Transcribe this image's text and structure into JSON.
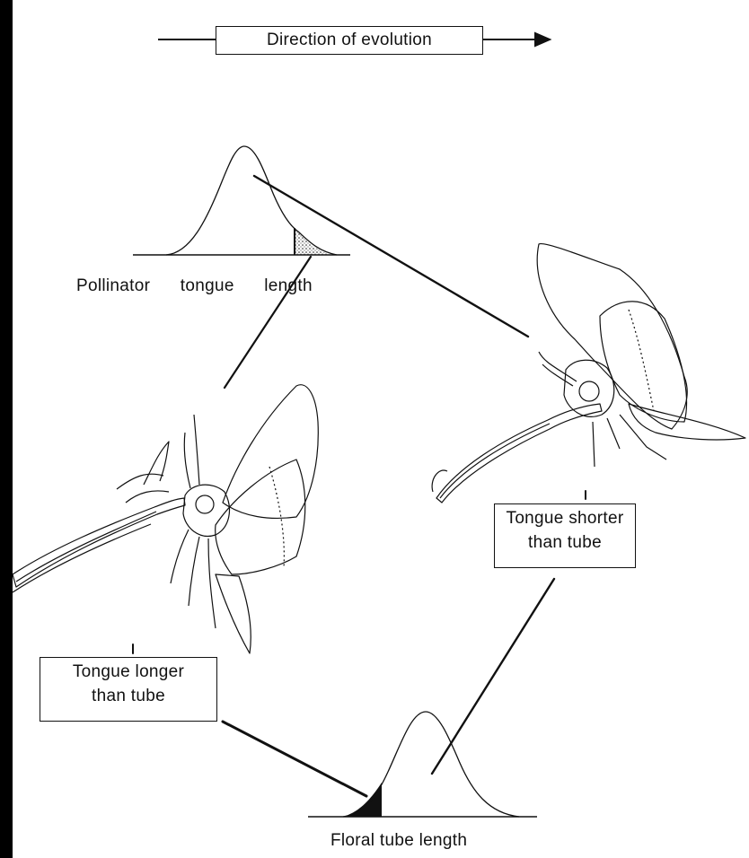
{
  "header": {
    "direction_label": "Direction of evolution"
  },
  "curves": {
    "pollinator": {
      "label": "Pollinator tongue length"
    },
    "floral": {
      "label": "Floral tube length"
    }
  },
  "callouts": {
    "shorter": {
      "line1": "Tongue shorter",
      "line2": "than tube"
    },
    "longer": {
      "line1": "Tongue longer",
      "line2": "than tube"
    }
  },
  "colors": {
    "ink": "#111111",
    "background": "#ffffff",
    "frame": "#000000"
  }
}
